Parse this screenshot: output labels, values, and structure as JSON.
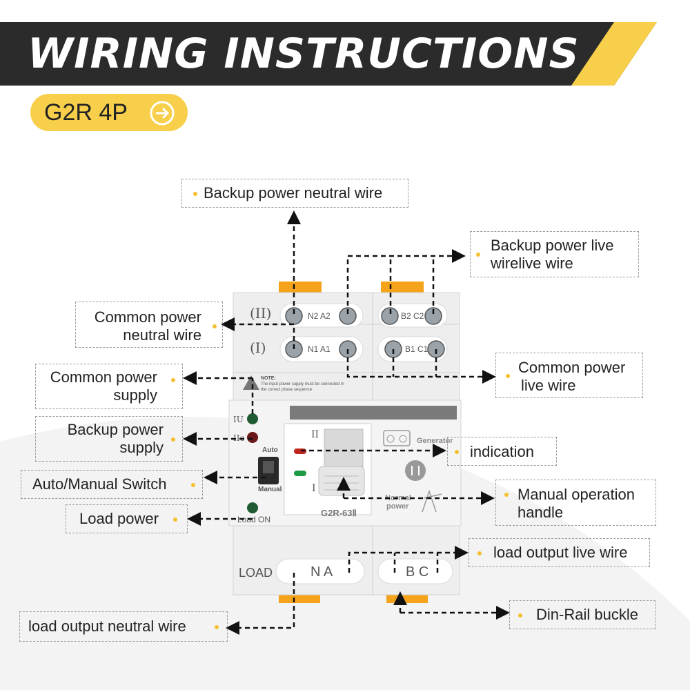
{
  "header": {
    "title": "WIRING INSTRUCTIONS",
    "model": "G2R  4P"
  },
  "device": {
    "row2_roman": "(II)",
    "row2_terminals": "N2 A2",
    "row2_terminals_right": "B2 C2",
    "row1_roman": "(I)",
    "row1_terminals": "N1 A1",
    "row1_terminals_right": "B1 C1",
    "note_title": "NOTE:",
    "note_line1": "The input power supply must be connected in",
    "note_line2": "the correct phase sequence",
    "led_iu": "IU",
    "led_iie": "IIe",
    "auto": "Auto",
    "manual": "Manual",
    "load_on": "Load ON",
    "window_top": "II",
    "window_bottom": "I",
    "generator": "Generator",
    "normal_power_1": "Normal",
    "normal_power_2": "power",
    "model_code": "G2R-63Ⅱ",
    "load": "LOAD",
    "load_na": "N A",
    "load_bc": "B C"
  },
  "labels": {
    "backup_neutral": "Backup power neutral wire",
    "backup_live_1": "Backup power live",
    "backup_live_2": "wirelive wire",
    "common_neutral_1": "Common power",
    "common_neutral_2": "neutral wire",
    "common_live_1": "Common power",
    "common_live_2": "live wire",
    "common_supply_1": "Common power",
    "common_supply_2": "supply",
    "backup_supply_1": "Backup power",
    "backup_supply_2": "supply",
    "indication": "indication",
    "auto_manual": "Auto/Manual Switch",
    "manual_handle_1": "Manual operation",
    "manual_handle_2": "handle",
    "load_power": "Load power",
    "load_live": "load output live wire",
    "load_neutral": "load output  neutral wire",
    "din_rail": "Din-Rail buckle"
  },
  "colors": {
    "banner": "#2b2b2b",
    "accent": "#f7cf4a",
    "led_red": "#c0241e",
    "led_green": "#1f9a44",
    "body": "#ececec"
  }
}
